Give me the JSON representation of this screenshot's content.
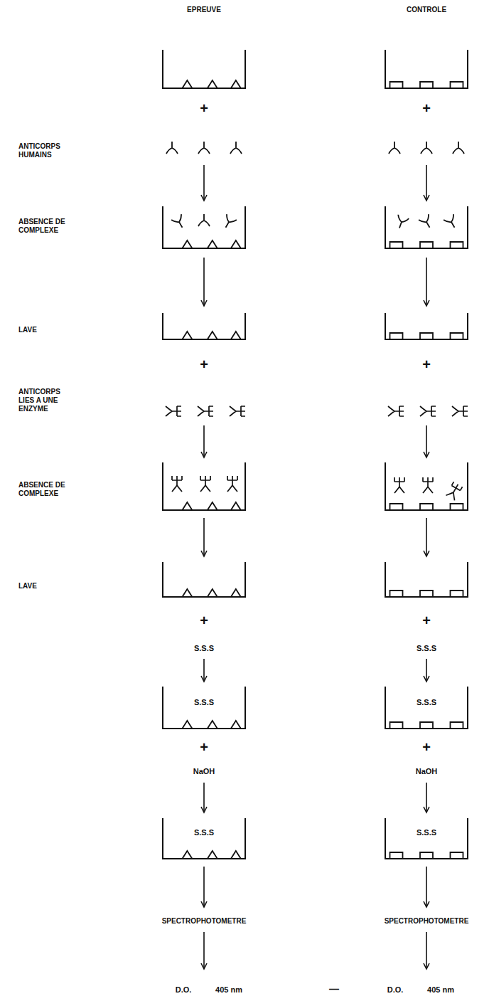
{
  "diagram": {
    "nodes": [
      {
        "text": [
          "S.S.S"
        ]
      },
      {
        "text": [
          "S.S.S"
        ]
      },
      {
        "text": [
          "S.S.S"
        ]
      },
      {
        "text": [
          "S.S.S"
        ]
      }
    ],
    "labels": [
      "EPREUVE",
      "CONTROLE",
      "+",
      "+",
      "ANTICORPS HUMAINS",
      "ABSENCE DE COMPLEXE",
      "LAVE",
      "+",
      "+",
      "ANTICORPS LIES A UNE ENZYME",
      "ABSENCE DE COMPLEXE",
      "LAVE",
      "+",
      "+",
      "S.S.S",
      "S.S.S",
      "+",
      "+",
      "NaOH",
      "NaOH",
      "SPECTROPHOTOMETRE",
      "SPECTROPHOTOMETRE",
      "D.O.",
      "405 nm",
      "—",
      "D.O.",
      "405 nm"
    ]
  }
}
